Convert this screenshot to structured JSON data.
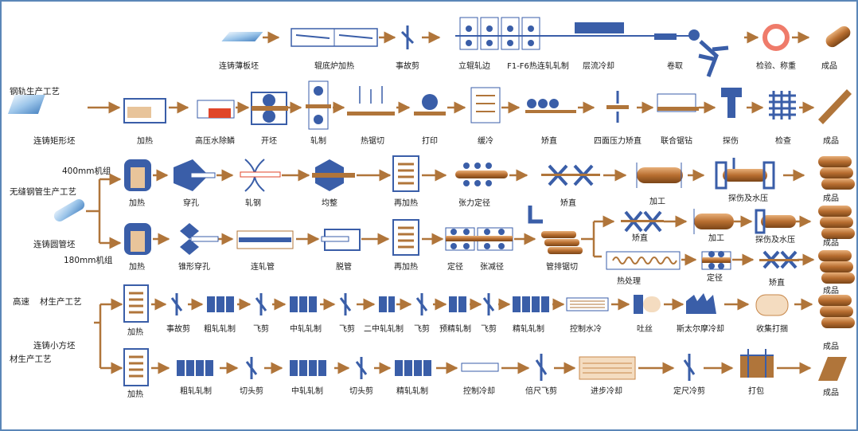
{
  "colors": {
    "arrow": "#b0753a",
    "blue": "#3a5ea8",
    "copper": "#c7874a",
    "red": "#e0452a",
    "frame": "#5b86b8"
  },
  "side_labels": {
    "rail_process": "钢轨生产工艺",
    "rail_blank": "连铸矩形坯",
    "mill_400": "400mm机组",
    "seamless_process": "无缝钢管生产工艺",
    "round_blank": "连铸圆管坯",
    "mill_180": "180mm机组",
    "wire_process_1": "高速",
    "wire_process_2": "材生产工艺",
    "billet": "连铸小方坯",
    "bar_process": "材生产工艺"
  },
  "row1": [
    "连铸薄板坯",
    "辊底炉加热",
    "事故剪",
    "立辊轧边",
    "F1-F6热连轧轧制",
    "层流冷却",
    "卷取",
    "检验、称重",
    "成品"
  ],
  "row2": [
    "加热",
    "高压水除鳞",
    "开坯",
    "轧制",
    "热锯切",
    "打印",
    "缓冷",
    "矫直",
    "四面压力矫直",
    "联合锯钻",
    "探伤",
    "检查",
    "成品"
  ],
  "row3": [
    "加热",
    "穿孔",
    "轧钢",
    "均整",
    "再加热",
    "张力定径",
    "矫直",
    "加工",
    "探伤及水压",
    "成品"
  ],
  "row4": [
    "加热",
    "锥形穿孔",
    "连轧管",
    "脱管",
    "再加热",
    "定径",
    "张减径",
    "管排锯切",
    "矫直",
    "加工",
    "探伤及水压",
    "成品"
  ],
  "row4b": [
    "热处理",
    "定径",
    "矫直",
    "成品"
  ],
  "row5": [
    "加热",
    "事故剪",
    "粗轧轧制",
    "飞剪",
    "中轧轧制",
    "飞剪",
    "二中轧轧制",
    "飞剪",
    "预精轧制",
    "飞剪",
    "精轧轧制",
    "控制水冷",
    "吐丝",
    "斯太尔摩冷却",
    "收集打捆",
    "成品"
  ],
  "row6": [
    "加热",
    "粗轧轧制",
    "切头剪",
    "中轧轧制",
    "切头剪",
    "精轧轧制",
    "控制冷却",
    "倍尺飞剪",
    "进步冷却",
    "定尺冷剪",
    "打包",
    "成品"
  ]
}
